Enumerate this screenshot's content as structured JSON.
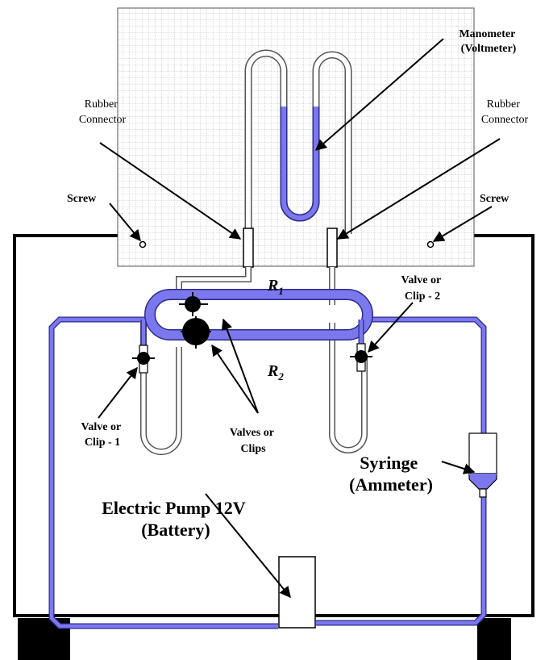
{
  "labels": {
    "manometer_line1": "Manometer",
    "manometer_line2": "(Voltmeter)",
    "rubber_left_line1": "Rubber",
    "rubber_left_line2": "Connector",
    "rubber_right_line1": "Rubber",
    "rubber_right_line2": "Connector",
    "screw_left": "Screw",
    "screw_right": "Screw",
    "r1_main": "R",
    "r1_sub": "1",
    "r2_main": "R",
    "r2_sub": "2",
    "valve2_line1": "Valve or",
    "valve2_line2": "Clip - 2",
    "valve1_line1": "Valve or",
    "valve1_line2": "Clip - 1",
    "valves_line1": "Valves or",
    "valves_line2": "Clips",
    "syringe_line1": "Syringe",
    "syringe_line2": "(Ammeter)",
    "pump_line1": "Electric Pump 12V",
    "pump_line2": "(Battery)"
  },
  "colors": {
    "liquid": "#7b78ee",
    "liquid_dark": "#2b2a8c",
    "board": "#ffffff",
    "grid": "#9a9a9a",
    "frame": "#000000"
  }
}
